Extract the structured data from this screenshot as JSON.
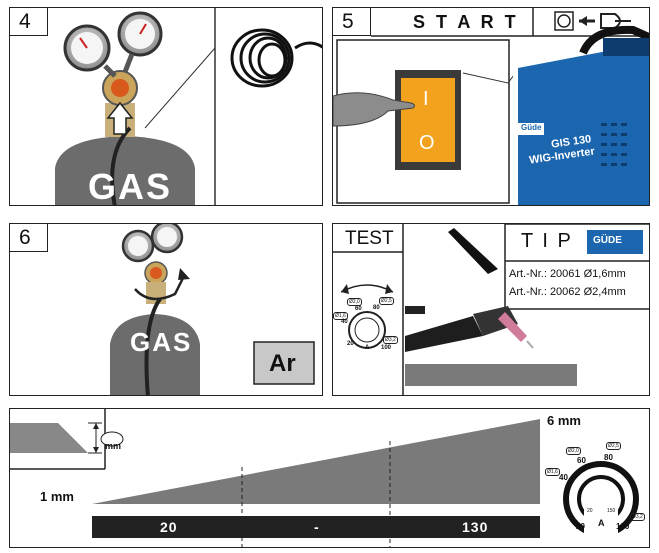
{
  "panels": {
    "p4": {
      "number": "4",
      "gas_label": "GAS"
    },
    "p5": {
      "number": "5",
      "start_label": "S T A R T",
      "switch_on": "I",
      "switch_off": "O",
      "brand": "Güde",
      "model": "GIS 130",
      "model_sub": "WIG-Inverter"
    },
    "p6": {
      "number": "6",
      "gas_label": "GAS",
      "gas_type": "Ar"
    },
    "test": {
      "label": "TEST",
      "tip_label": "T I P",
      "brand": "GÜDE",
      "articles": [
        {
          "art": "Art.-Nr.: 20061",
          "dia": "Ø1,6mm"
        },
        {
          "art": "Art.-Nr.: 20062",
          "dia": "Ø2,4mm"
        }
      ],
      "dial_labels": [
        "Ø2,0",
        "Ø2,5",
        "Ø1,6",
        "60",
        "80",
        "40",
        "20",
        "A",
        "100",
        "Ø3,2"
      ]
    },
    "thickness": {
      "min_label": "1 mm",
      "max_label": "6 mm",
      "mm_tag": "mm",
      "scale": [
        "20",
        "-",
        "130"
      ],
      "dial_labels": [
        "Ø2,0",
        "Ø2,5",
        "60",
        "80",
        "Ø1,6",
        "40",
        "20",
        "150",
        "20",
        "A",
        "130",
        "Ø3,2"
      ]
    }
  },
  "colors": {
    "blue": "#1b66ae",
    "orange": "#f3a21e",
    "gray": "#707070",
    "dark": "#2a2a2a"
  }
}
